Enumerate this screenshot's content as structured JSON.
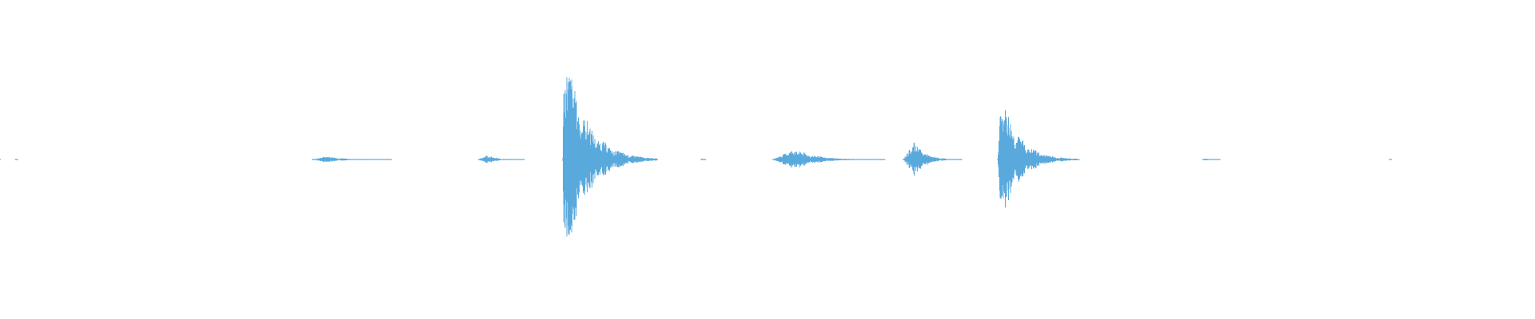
{
  "waveform": {
    "color": "#5aa9dd",
    "background": "#ffffff",
    "duration_s": 60,
    "bursts": [
      {
        "start_s": 0.0,
        "end_s": 0.02,
        "peak": 0.01
      },
      {
        "start_s": 0.6,
        "end_s": 0.7,
        "peak": 0.01
      },
      {
        "start_s": 12.2,
        "end_s": 15.3,
        "peak": 0.03
      },
      {
        "start_s": 18.7,
        "end_s": 20.5,
        "peak": 0.04
      },
      {
        "start_s": 22.0,
        "end_s": 25.7,
        "peak": 1.0,
        "attack_s": 0.05
      },
      {
        "start_s": 27.4,
        "end_s": 27.6,
        "peak": 0.01
      },
      {
        "start_s": 30.2,
        "end_s": 34.6,
        "peak": 0.09
      },
      {
        "start_s": 35.3,
        "end_s": 37.6,
        "peak": 0.15
      },
      {
        "start_s": 39.0,
        "end_s": 42.2,
        "peak": 0.56,
        "attack_s": 0.15
      },
      {
        "start_s": 47.0,
        "end_s": 47.7,
        "peak": 0.01
      },
      {
        "start_s": 54.3,
        "end_s": 54.4,
        "peak": 0.01
      }
    ]
  }
}
